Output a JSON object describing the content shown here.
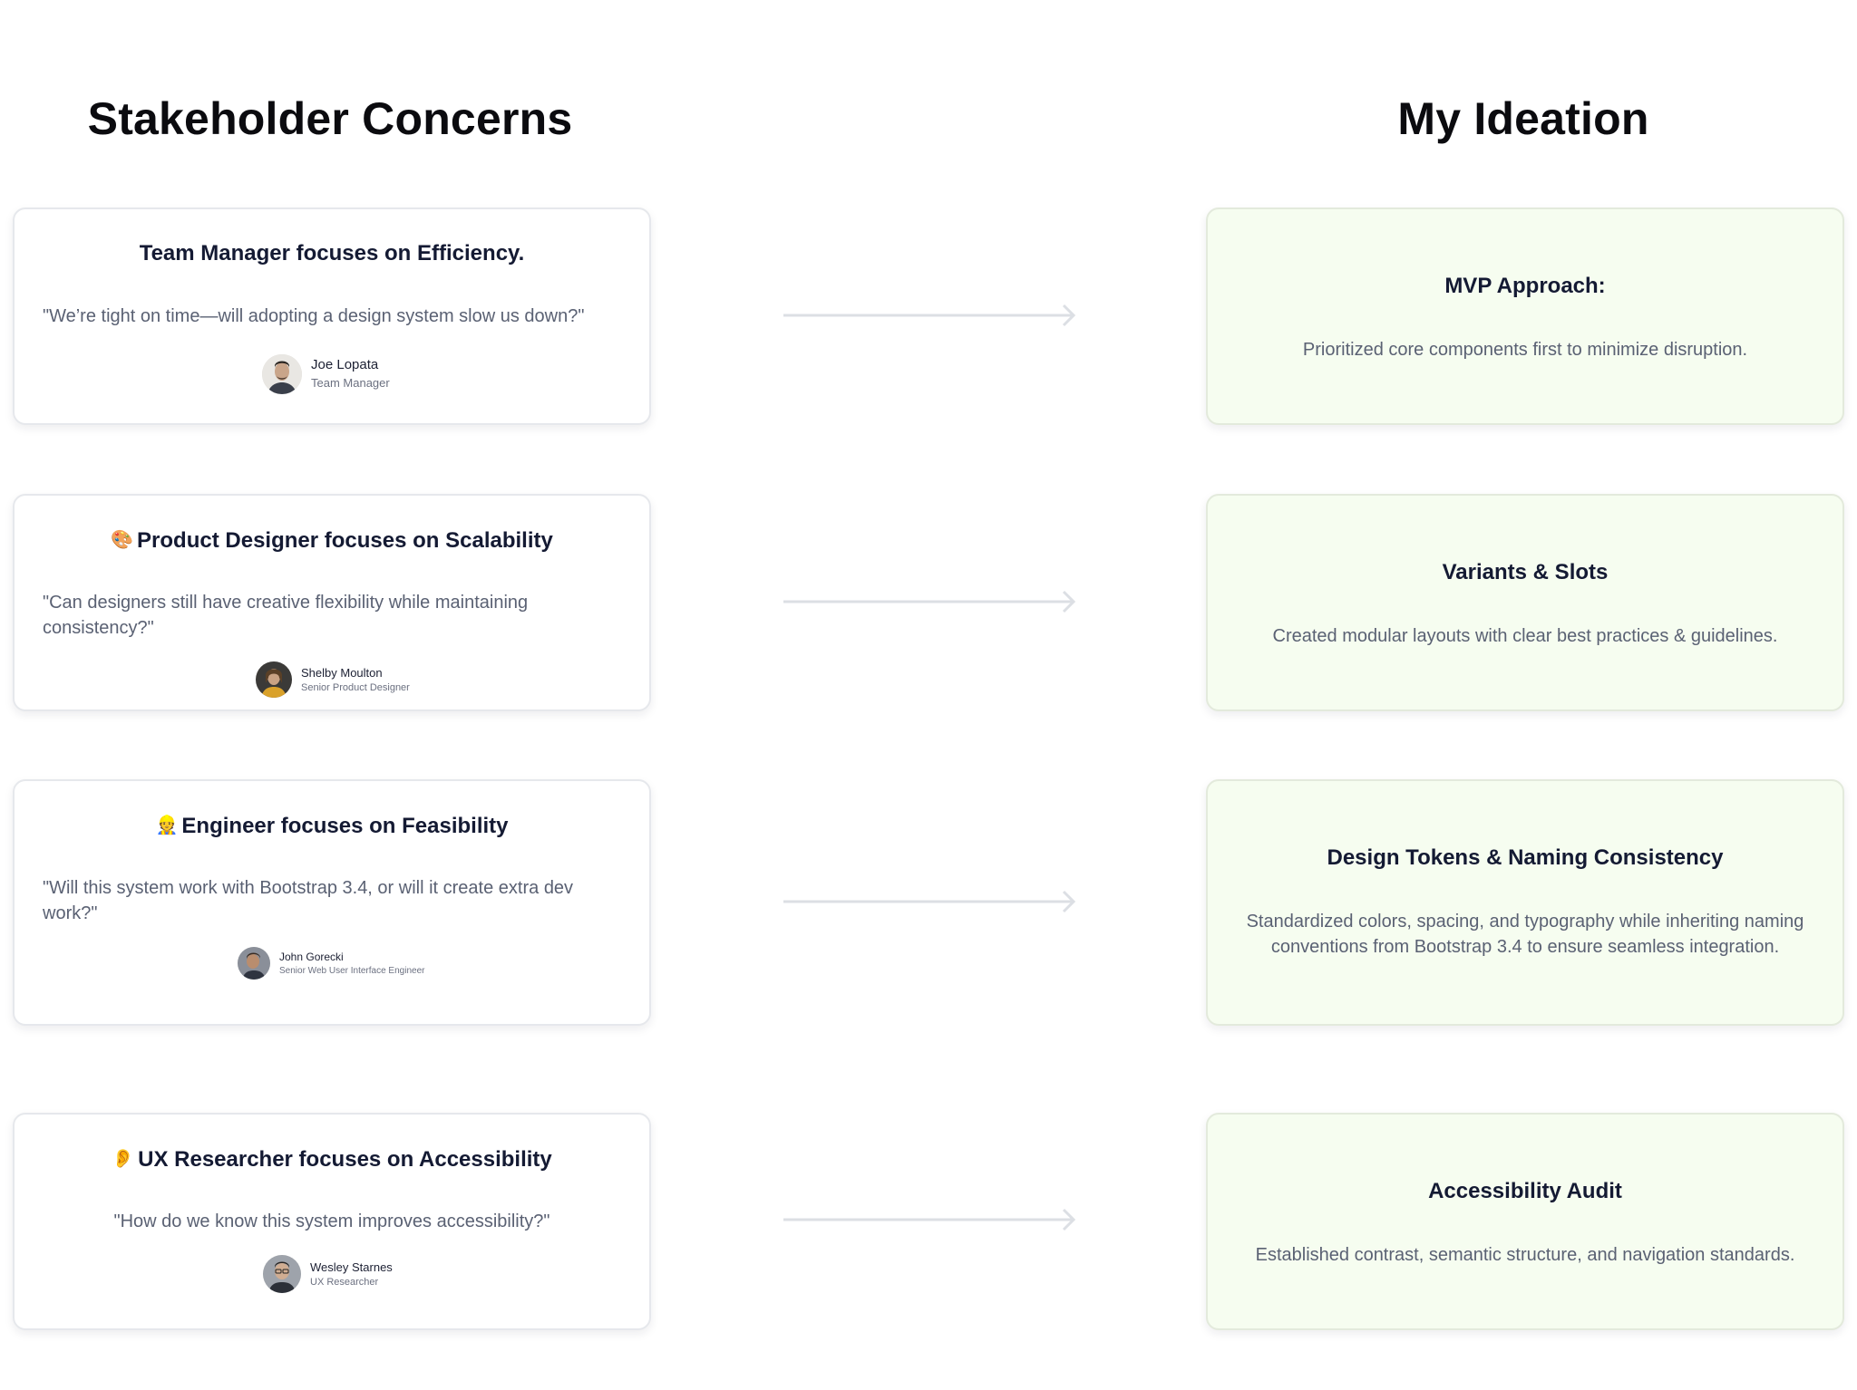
{
  "headings": {
    "left": "Stakeholder Concerns",
    "right": "My Ideation"
  },
  "concerns": [
    {
      "emoji": "",
      "title": "Team Manager focuses on Efficiency.",
      "quote": "\"We’re tight on time—will adopting a design system slow us down?\"",
      "person": {
        "name": "Joe Lopata",
        "role": "Team Manager"
      }
    },
    {
      "emoji": "🎨",
      "title": "Product Designer focuses on Scalability",
      "quote": "\"Can designers still have creative flexibility while maintaining consistency?\"",
      "person": {
        "name": "Shelby Moulton",
        "role": "Senior Product Designer"
      }
    },
    {
      "emoji": "👷",
      "title": "Engineer focuses on Feasibility",
      "quote": "\"Will this system work with Bootstrap 3.4, or will it create extra dev work?\"",
      "person": {
        "name": "John Gorecki",
        "role": "Senior Web User Interface Engineer"
      }
    },
    {
      "emoji": "👂",
      "title": "UX Researcher focuses on Accessibility",
      "quote": "\"How do we know this system improves accessibility?\"",
      "person": {
        "name": "Wesley Starnes",
        "role": "UX Researcher"
      }
    }
  ],
  "ideas": [
    {
      "title": "MVP Approach:",
      "desc": "Prioritized core components first to minimize disruption."
    },
    {
      "title": "Variants & Slots",
      "desc": "Created modular layouts with clear best practices & guidelines."
    },
    {
      "title": "Design Tokens & Naming Consistency",
      "desc": "Standardized colors, spacing, and typography while inheriting naming conventions from Bootstrap 3.4 to ensure seamless integration."
    },
    {
      "title": "Accessibility Audit",
      "desc": "Established contrast, semantic structure, and navigation standards."
    }
  ],
  "colors": {
    "idea_card_bg": "#f6fdf0",
    "card_border": "#e6e8ec",
    "heading": "#141a33",
    "body_text": "#5a6173",
    "arrow": "#dcdfe4"
  }
}
